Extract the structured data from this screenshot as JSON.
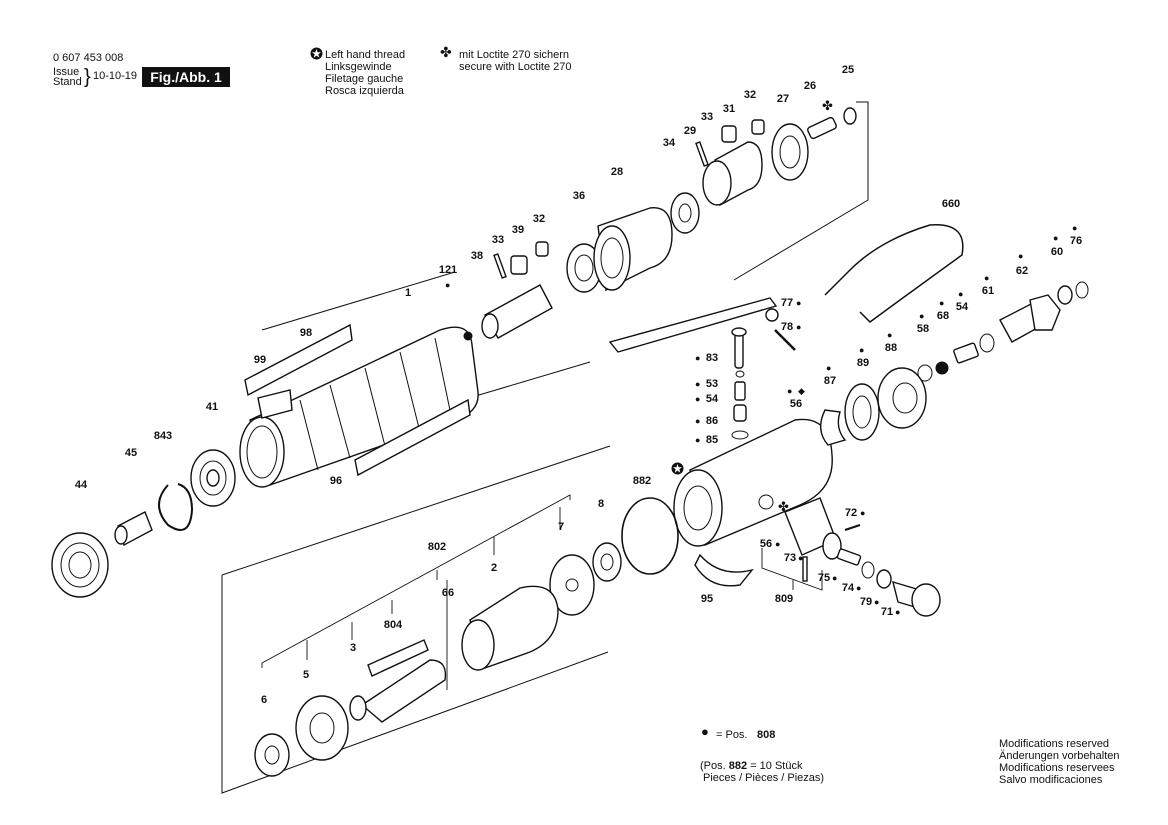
{
  "header": {
    "part_number": "0 607 453 008",
    "issue_label": "Issue",
    "stand_label": "Stand",
    "brace": "}",
    "date": "10-10-19",
    "figure_label": "Fig./Abb. 1"
  },
  "legend_left_thread": {
    "icon": "left-thread-star-icon",
    "lines": [
      "Left hand thread",
      "Linksgewinde",
      "Filetage gauche",
      "Rosca izquierda"
    ]
  },
  "legend_loctite": {
    "icon": "clover-icon",
    "lines": [
      "mit Loctite 270 sichern",
      "secure with Loctite 270"
    ]
  },
  "footer_legend": {
    "text": "= Pos.",
    "pos": "808",
    "note_line1_prefix": "(Pos.",
    "note_line1_bold": "882",
    "note_line1_suffix": "= 10 Stück",
    "note_line2": "Pieces / Pièces / Piezas)"
  },
  "modifications": [
    "Modifications reserved",
    "Änderungen vorbehalten",
    "Modifications reservees",
    "Salvo modificaciones"
  ],
  "callouts": [
    "25",
    "26",
    "27",
    "32",
    "31",
    "33",
    "29",
    "34",
    "28",
    "36",
    "39",
    "32",
    "33",
    "38",
    "121",
    "1",
    "98",
    "99",
    "41",
    "843",
    "45",
    "44",
    "96",
    "660",
    "76",
    "60",
    "62",
    "77",
    "78",
    "61",
    "54",
    "68",
    "58",
    "88",
    "89",
    "87",
    "83",
    "53",
    "54",
    "86",
    "85",
    "56",
    "882",
    "72",
    "56",
    "73",
    "75",
    "74",
    "79",
    "71",
    "809",
    "8",
    "7",
    "95",
    "802",
    "2",
    "66",
    "804",
    "3",
    "5",
    "6"
  ],
  "markers": {
    "dot": "●",
    "clover": "✤",
    "diamond": "◆"
  }
}
